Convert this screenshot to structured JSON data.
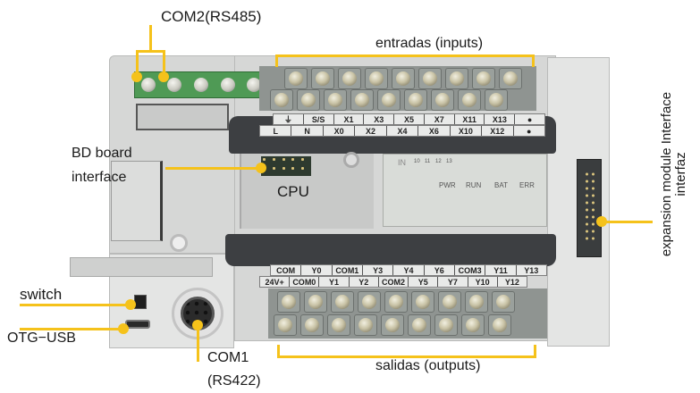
{
  "diagram": {
    "type": "annotated-hardware-photo",
    "subject": "PLC controller",
    "accent_color": "#f5c21b"
  },
  "callouts": {
    "com2": "COM2(RS485)",
    "inputs": "entradas (inputs)",
    "bd_board_line1": "BD board",
    "bd_board_line2": "interface",
    "cpu": "CPU",
    "expansion_line1": "expansion module Interface",
    "expansion_line2": "interfaz",
    "switch": "switch",
    "otg_usb": "OTG−USB",
    "com1_line1": "COM1",
    "com1_line2": "(RS422)",
    "outputs": "salidas (outputs)"
  },
  "input_terminals": {
    "top_row": [
      "⏚",
      "S/S",
      "X1",
      "X3",
      "X5",
      "X7",
      "X11",
      "X13",
      "●"
    ],
    "bottom_row": [
      "L",
      "N",
      "X0",
      "X2",
      "X4",
      "X6",
      "X10",
      "X12",
      "●"
    ]
  },
  "output_terminals": {
    "top_row": [
      "COM",
      "Y0",
      "COM1",
      "Y3",
      "Y4",
      "Y6",
      "COM3",
      "Y11",
      "Y13"
    ],
    "bottom_row": [
      "24V+",
      "COM0",
      "Y1",
      "Y2",
      "COM2",
      "Y5",
      "Y7",
      "Y10",
      "Y12"
    ]
  },
  "status_panel": {
    "in_label": "IN",
    "in_leds": [
      "10",
      "11",
      "12",
      "13"
    ],
    "leds": [
      "PWR",
      "RUN",
      "BAT",
      "ERR"
    ]
  }
}
